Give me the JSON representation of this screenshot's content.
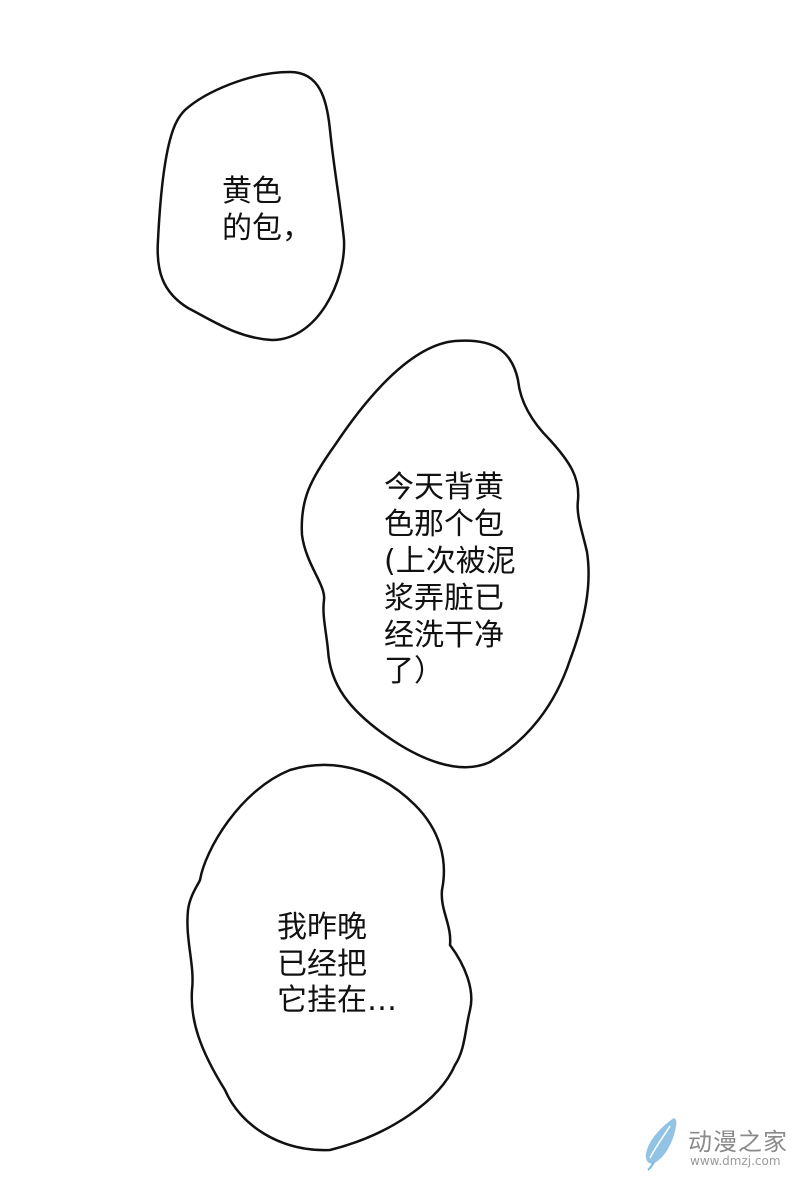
{
  "bubbles": [
    {
      "lines": [
        "黄色",
        "的包，"
      ]
    },
    {
      "lines": [
        "今天背黄",
        "色那个包",
        "(上次被泥",
        "浆弄脏已",
        "经洗干净",
        "了）"
      ]
    },
    {
      "lines": [
        "我昨晚",
        "已经把",
        "它挂在…"
      ]
    }
  ],
  "watermark": {
    "title": "动漫之家",
    "url": "www.dmzj.com"
  },
  "colors": {
    "outline": "#111111",
    "background": "#ffffff",
    "watermark_text": "#8a8a8a",
    "watermark_icon": "#7fb8e0"
  }
}
